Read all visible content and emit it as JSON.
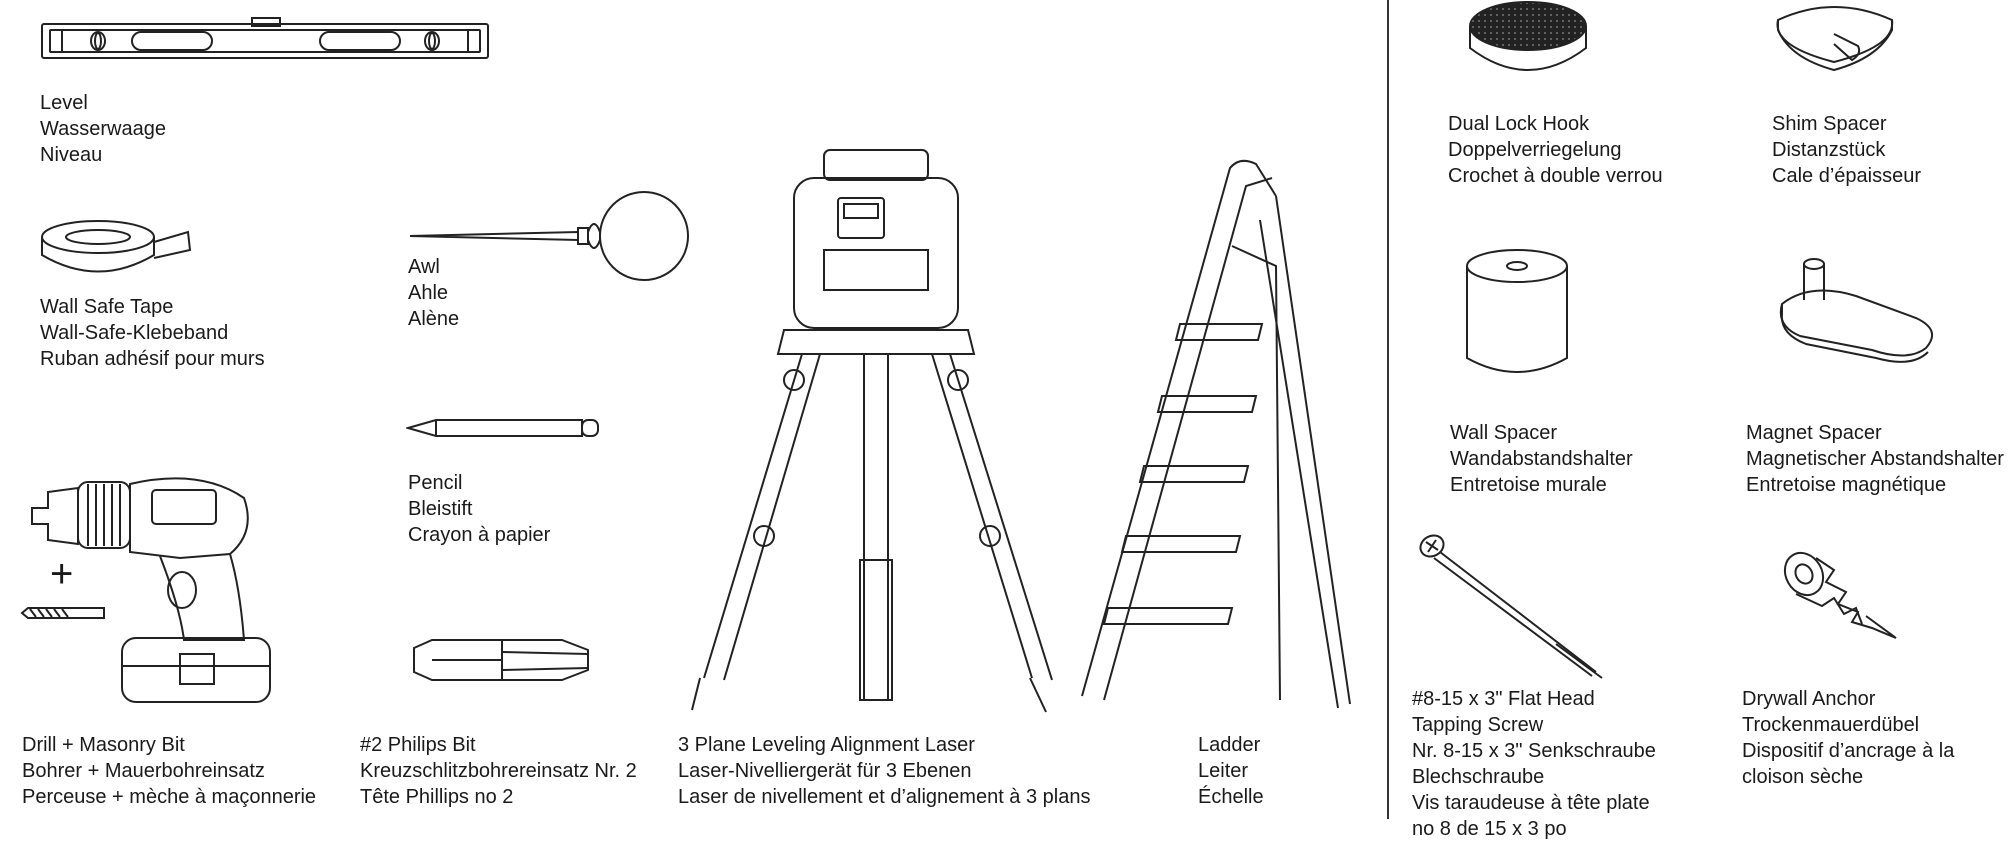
{
  "tools": [
    {
      "key": "level",
      "icon": "level-icon",
      "lines": [
        "Level",
        "Wasserwaage",
        "Niveau"
      ]
    },
    {
      "key": "tape",
      "icon": "tape-roll-icon",
      "lines": [
        "Wall Safe Tape",
        "Wall-Safe-Klebeband",
        "Ruban adhésif pour murs"
      ]
    },
    {
      "key": "drill",
      "icon": "drill-icon",
      "lines": [
        "Drill + Masonry Bit",
        "Bohrer + Mauerbohreinsatz",
        "Perceuse + mèche à maçonnerie"
      ]
    },
    {
      "key": "awl",
      "icon": "awl-icon",
      "lines": [
        "Awl",
        "Ahle",
        "Alène"
      ]
    },
    {
      "key": "pencil",
      "icon": "pencil-icon",
      "lines": [
        "Pencil",
        "Bleistift",
        "Crayon à papier"
      ]
    },
    {
      "key": "bit",
      "icon": "screwdriver-bit-icon",
      "lines": [
        "#2 Philips Bit",
        "Kreuzschlitzbohrereinsatz Nr. 2",
        "Tête Phillips no 2"
      ]
    },
    {
      "key": "laser",
      "icon": "laser-tripod-icon",
      "lines": [
        "3 Plane Leveling Alignment Laser",
        "Laser-Nivelliergerät für 3 Ebenen",
        "Laser de nivellement et d’alignement à 3 plans"
      ]
    },
    {
      "key": "ladder",
      "icon": "ladder-icon",
      "lines": [
        "Ladder",
        "Leiter",
        "Échelle"
      ]
    }
  ],
  "plus_sign": "+",
  "parts": [
    {
      "key": "dual-lock",
      "icon": "dual-lock-hook-icon",
      "lines": [
        "Dual Lock Hook",
        "Doppelverriegelung",
        "Crochet à double verrou"
      ]
    },
    {
      "key": "shim",
      "icon": "shim-spacer-icon",
      "lines": [
        "Shim Spacer",
        "Distanzstück",
        "Cale d’épaisseur"
      ]
    },
    {
      "key": "wall-spacer",
      "icon": "wall-spacer-icon",
      "lines": [
        "Wall Spacer",
        "Wandabstandshalter",
        "Entretoise murale"
      ]
    },
    {
      "key": "magnet-spacer",
      "icon": "magnet-spacer-icon",
      "lines": [
        "Magnet Spacer",
        "Magnetischer Abstandshalter",
        "Entretoise magnétique"
      ]
    },
    {
      "key": "screw",
      "icon": "screw-icon",
      "lines": [
        "#8-15 x 3\" Flat Head",
        "Tapping Screw",
        "Nr. 8-15 x 3\" Senkschraube",
        "Blechschraube",
        "Vis taraudeuse à tête plate",
        "no 8 de 15 x 3 po"
      ]
    },
    {
      "key": "anchor",
      "icon": "drywall-anchor-icon",
      "lines": [
        "Drywall Anchor",
        "Trockenmauerdübel",
        "Dispositif d’ancrage à la",
        "cloison sèche"
      ]
    }
  ]
}
